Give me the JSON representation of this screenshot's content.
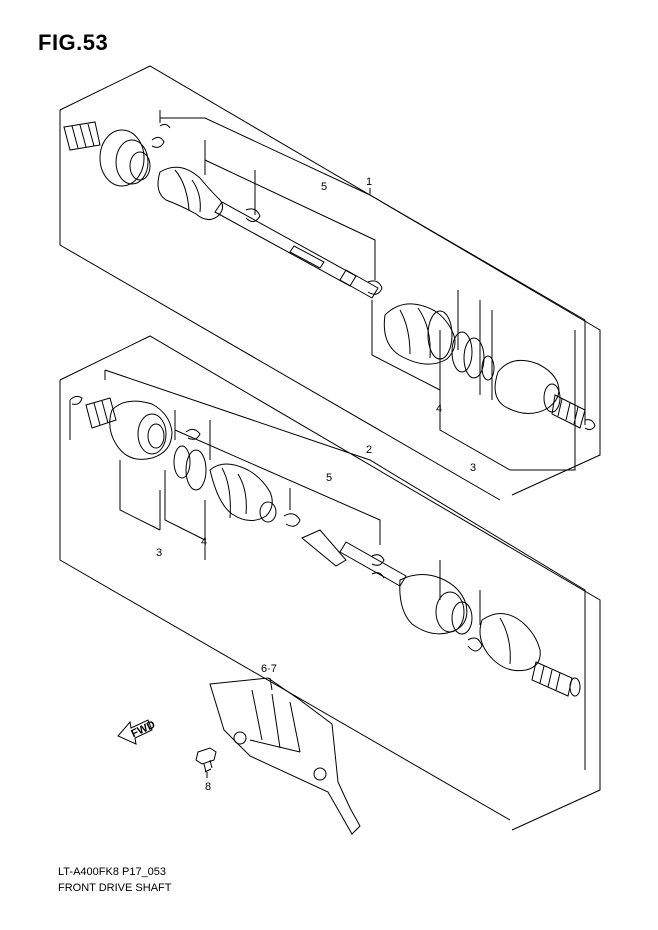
{
  "figure": {
    "title": "FIG.53"
  },
  "footer": {
    "model_code": "LT-A400FK8 P17_053",
    "diagram_name": "FRONT DRIVE SHAFT"
  },
  "callouts": {
    "upper_assembly": "1",
    "lower_assembly": "2",
    "upper_shaft": "5",
    "upper_boot": "4",
    "upper_boot_kit": "3",
    "lower_shaft": "5",
    "lower_boot_kit": "3",
    "lower_boot": "4",
    "guard": "6·7",
    "bolt": "8"
  },
  "fwd_arrow": {
    "label": "FWD"
  }
}
